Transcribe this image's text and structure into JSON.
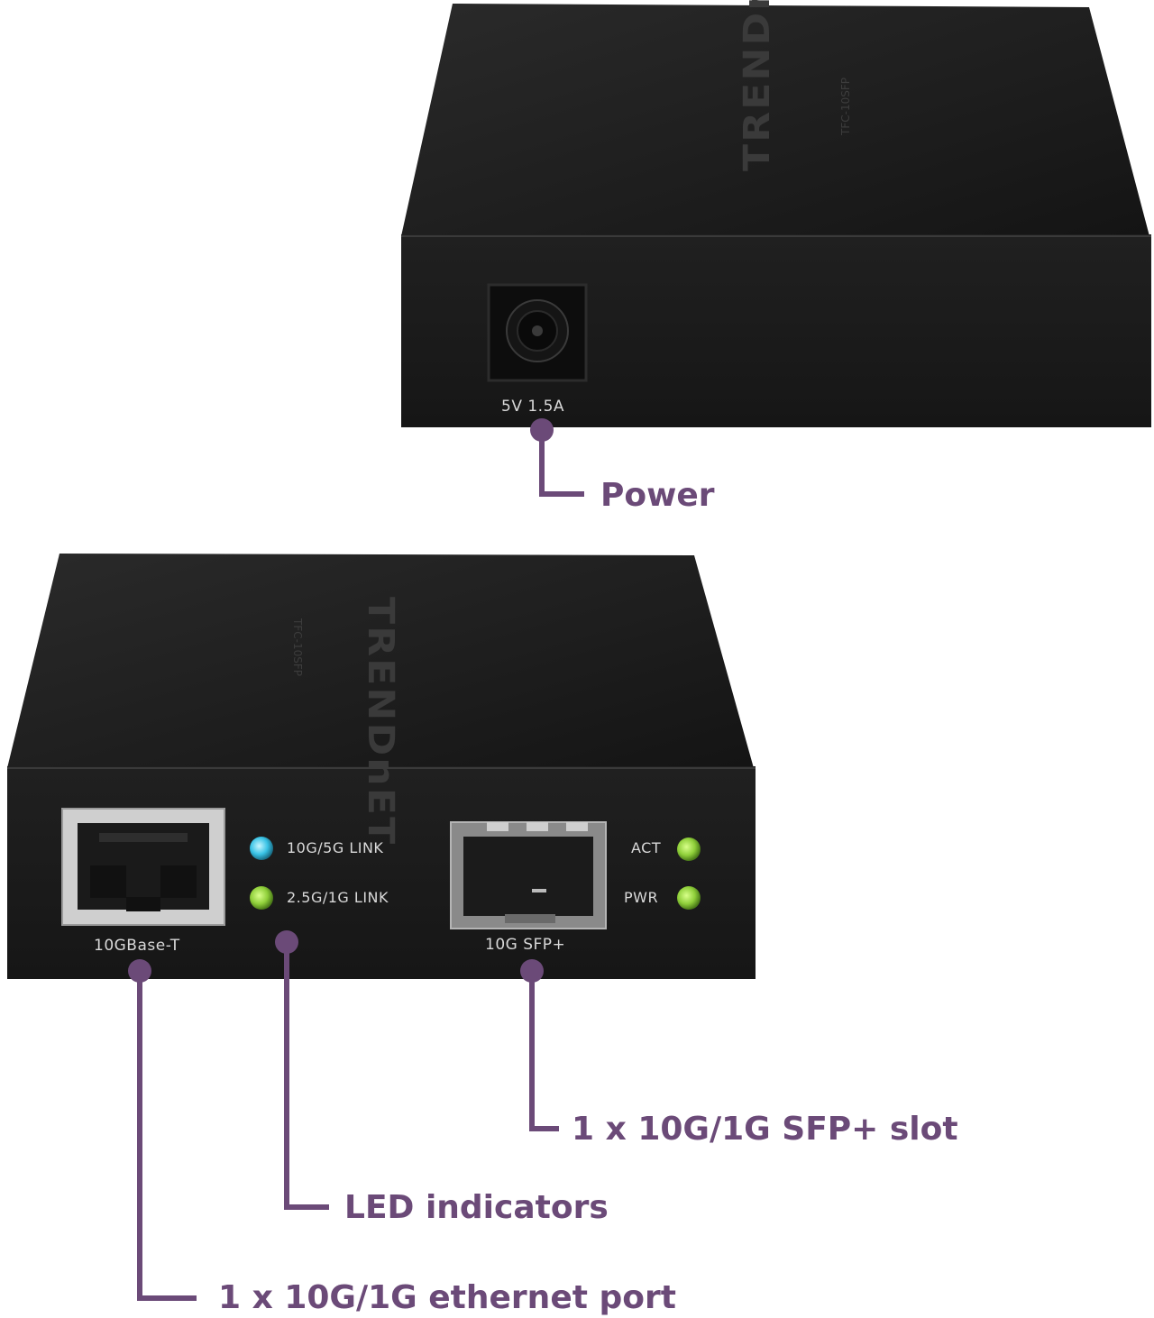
{
  "top_device": {
    "brand": "TRENDnET",
    "model": "TFC-10SFP",
    "power_label": "5V  1.5A"
  },
  "bottom_device": {
    "brand": "TRENDnET",
    "model": "TFC-10SFP",
    "rj45_label": "10GBase-T",
    "led_10g_label": "10G/5G LINK",
    "led_25g_label": "2.5G/1G LINK",
    "sfp_label": "10G SFP+",
    "act_label": "ACT",
    "pwr_label": "PWR"
  },
  "callouts": {
    "power": "Power",
    "sfp_slot": "1 x 10G/1G SFP+ slot",
    "led_indicators": "LED indicators",
    "ethernet_port": "1 x 10G/1G ethernet port"
  },
  "colors": {
    "callout": "#6b4a78",
    "device_body": "#1c1c1c",
    "led_green": "#8fcf3a",
    "led_cyan": "#39c3e6"
  }
}
